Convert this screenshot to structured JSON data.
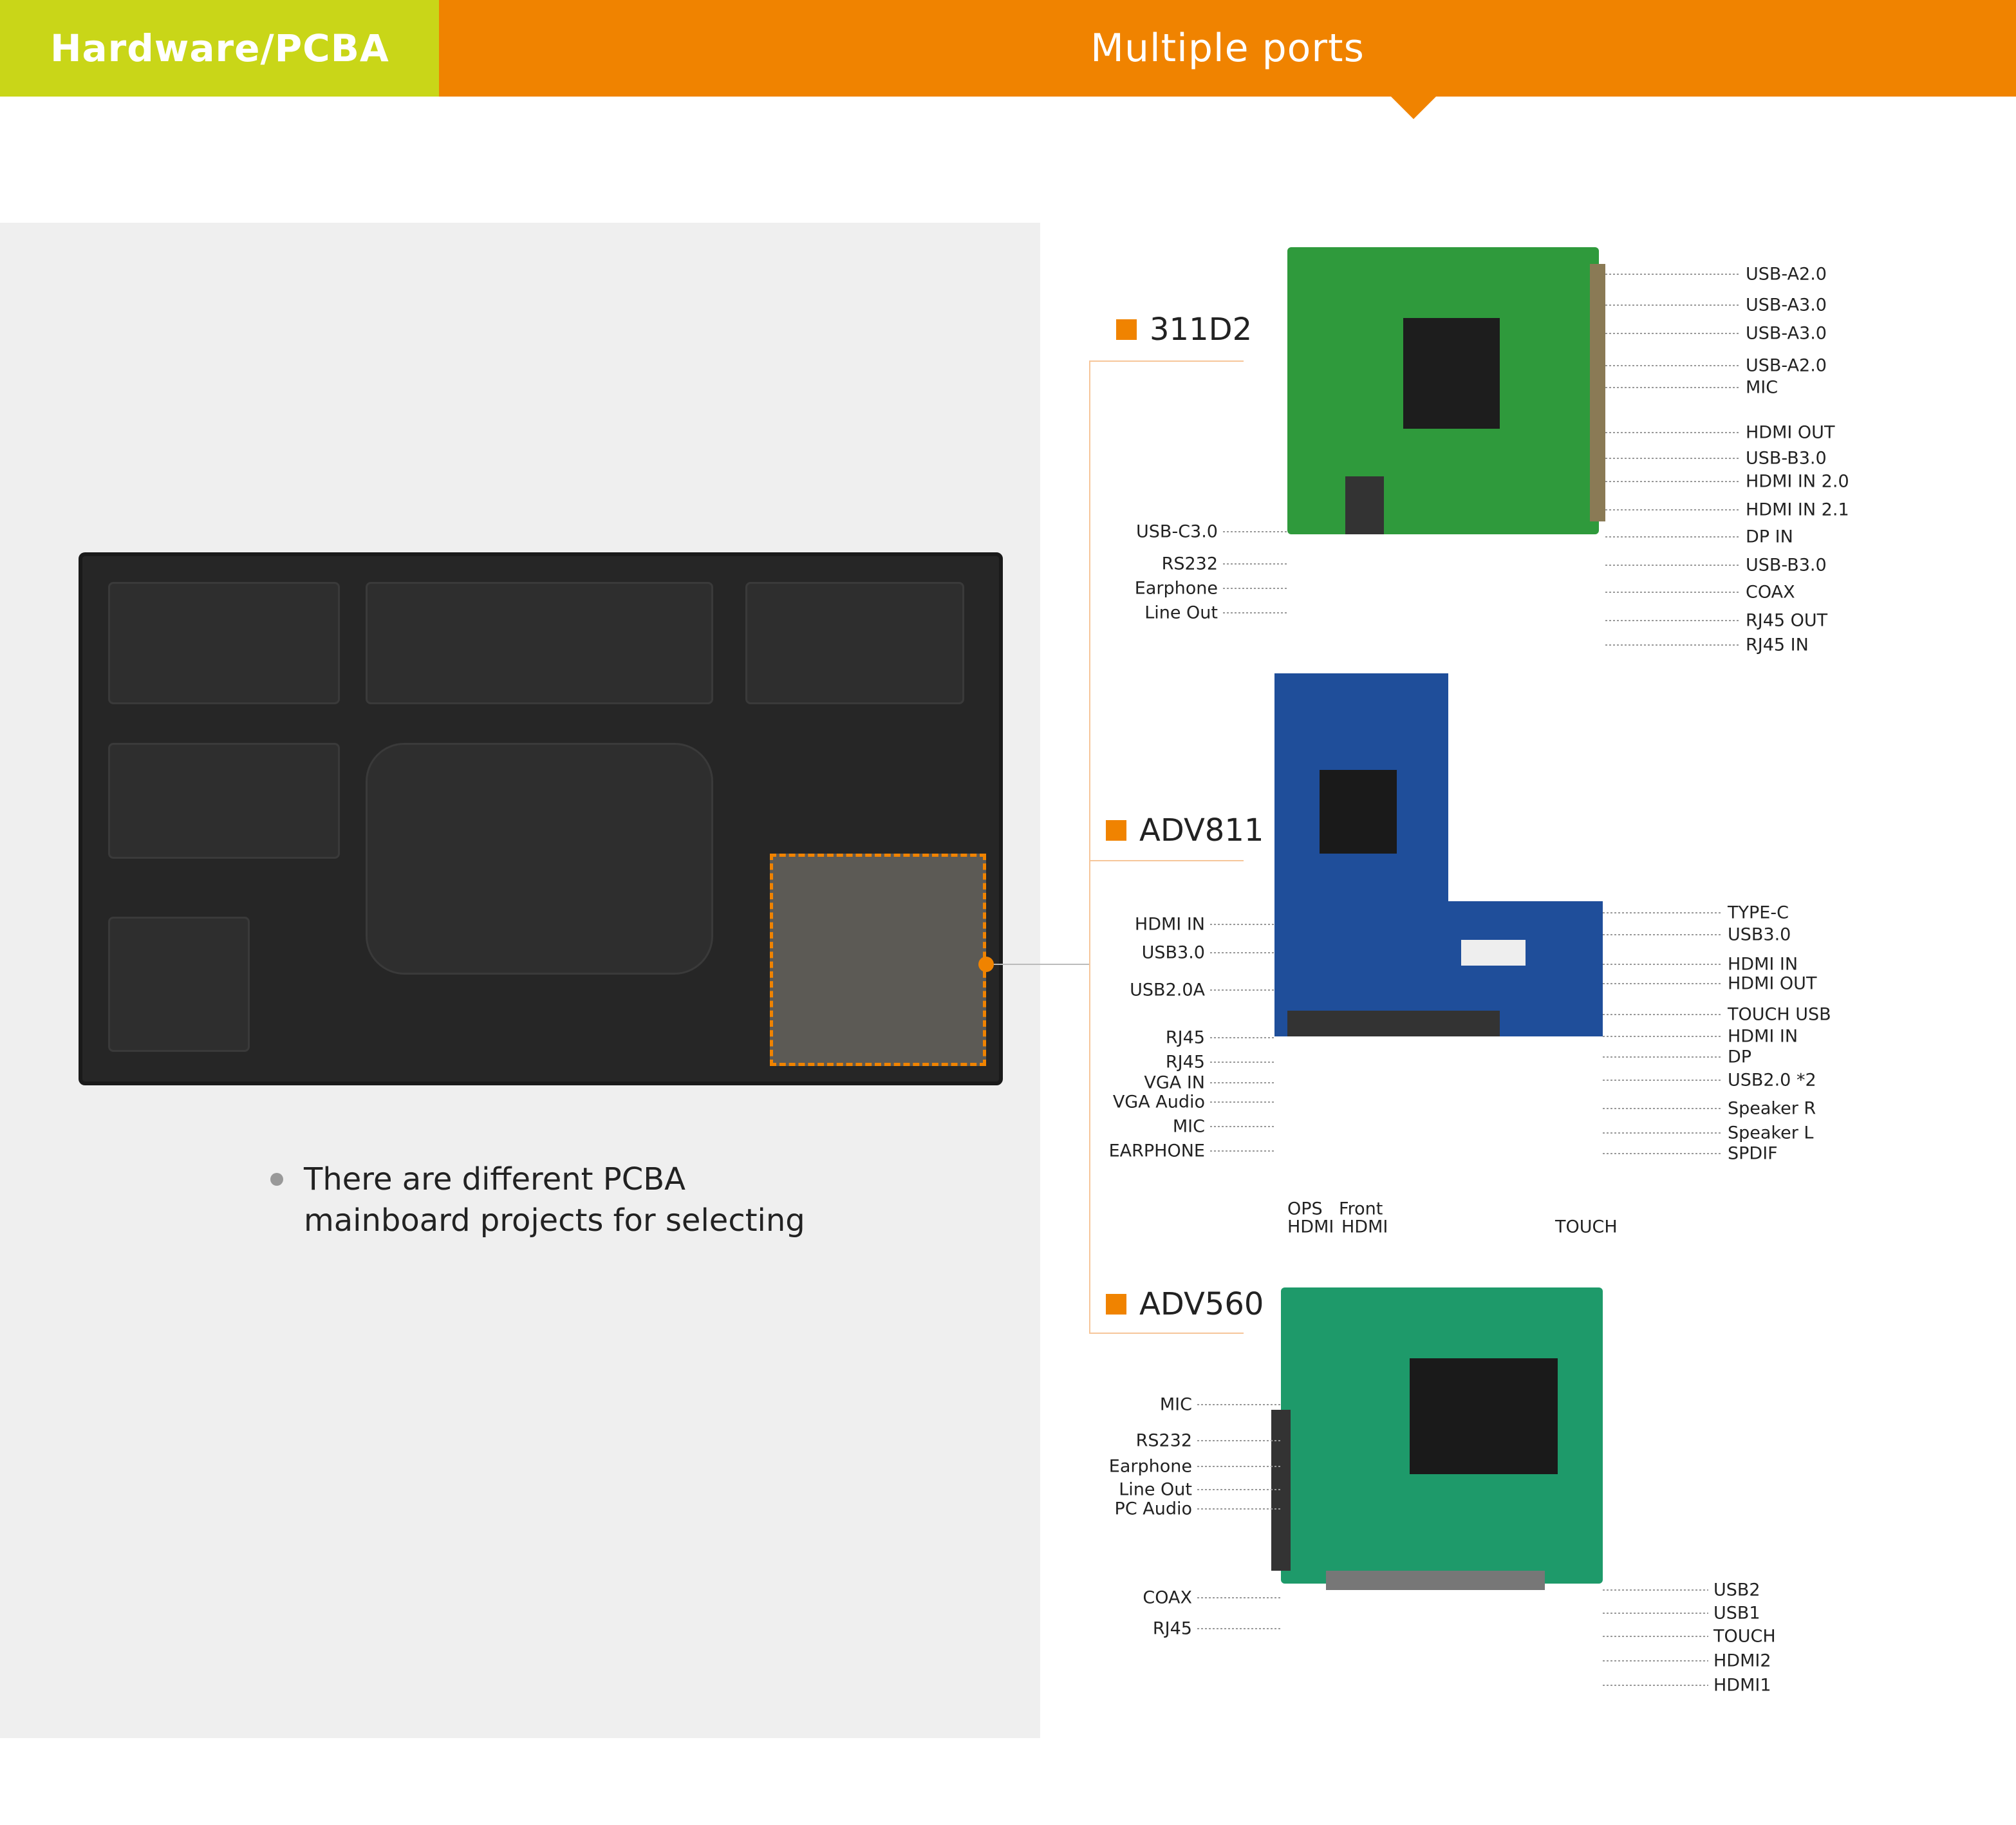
{
  "header": {
    "category": "Hardware/PCBA",
    "title": "Multiple ports"
  },
  "bullet": {
    "line1": "There are different PCBA",
    "line2": "mainboard projects for selecting"
  },
  "colors": {
    "orange": "#f08300",
    "green": "#c9d618"
  },
  "boards": [
    {
      "name": "311D2",
      "right": [
        "USB-A2.0",
        "USB-A3.0",
        "USB-A3.0",
        "USB-A2.0",
        "MIC",
        "HDMI OUT",
        "USB-B3.0",
        "HDMI IN 2.0",
        "HDMI IN 2.1",
        "DP IN",
        "USB-B3.0",
        "COAX",
        "RJ45 OUT",
        "RJ45 IN"
      ],
      "left": [
        "USB-C3.0",
        "RS232",
        "Earphone",
        "Line Out"
      ]
    },
    {
      "name": "ADV811",
      "left": [
        "HDMI IN",
        "USB3.0",
        "USB2.0A",
        "RJ45",
        "RJ45",
        "VGA IN",
        "VGA Audio",
        "MIC",
        "EARPHONE"
      ],
      "right": [
        "TYPE-C",
        "USB3.0",
        "HDMI IN",
        "HDMI OUT",
        "TOUCH USB",
        "HDMI IN",
        "DP",
        "USB2.0 *2",
        "Speaker R",
        "Speaker L",
        "SPDIF"
      ]
    },
    {
      "name": "ADV560",
      "top": [
        "OPS",
        "HDMI",
        "Front",
        "HDMI",
        "TOUCH"
      ],
      "left": [
        "MIC",
        "RS232",
        "Earphone",
        "Line Out",
        "PC Audio",
        "COAX",
        "RJ45"
      ],
      "right": [
        "USB2",
        "USB1",
        "TOUCH",
        "HDMI2",
        "HDMI1"
      ]
    }
  ]
}
